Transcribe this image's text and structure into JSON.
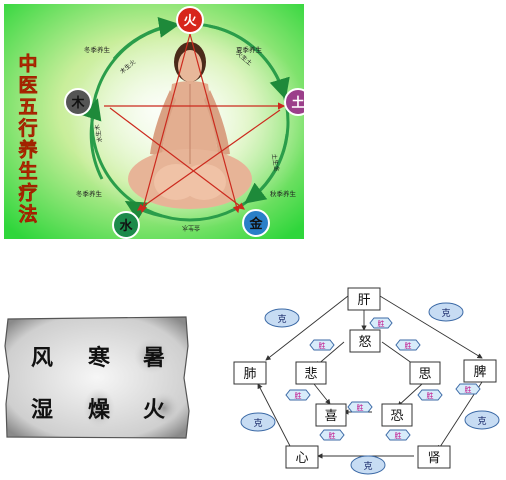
{
  "wuxing": {
    "vertical_title": [
      "中",
      "医",
      "五",
      "行",
      "养",
      "生",
      "疗",
      "法"
    ],
    "elements": [
      {
        "key": "fire",
        "label": "火",
        "color": "#d7261c"
      },
      {
        "key": "earth",
        "label": "土",
        "color": "#9b3f8a"
      },
      {
        "key": "metal",
        "label": "金",
        "color": "#2a7fc8"
      },
      {
        "key": "water",
        "label": "水",
        "color": "#1b8a4a"
      },
      {
        "key": "wood",
        "label": "木",
        "color": "#555555"
      }
    ],
    "season_labels": [
      "冬季养生",
      "夏季养生",
      "秋季养生",
      "冬季养生"
    ],
    "cycle_labels": [
      "木生火",
      "火生土",
      "土生金",
      "金生水",
      "水生木"
    ]
  },
  "weather": {
    "chars": [
      "风",
      "寒",
      "暑",
      "湿",
      "燥",
      "火"
    ]
  },
  "emotion": {
    "organs": {
      "liver": "肝",
      "lung": "肺",
      "spleen": "脾",
      "heart": "心",
      "kidney": "肾"
    },
    "emotions": {
      "anger": "怒",
      "sorrow": "悲",
      "thought": "思",
      "joy": "喜",
      "fear": "恐"
    },
    "overcome_label": "克",
    "win_label": "胜"
  }
}
